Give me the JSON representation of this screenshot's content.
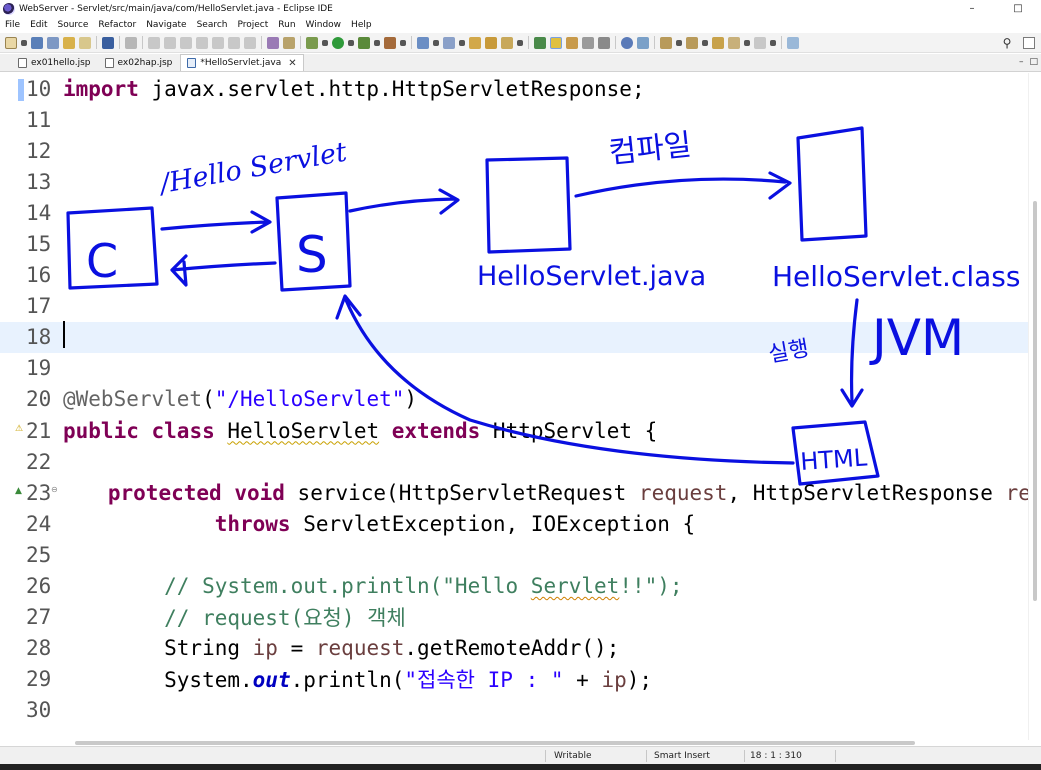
{
  "window": {
    "title": "WebServer - Servlet/src/main/java/com/HelloServlet.java - Eclipse IDE",
    "minimize_glyph": "–",
    "maximize_glyph": "□"
  },
  "menu": [
    "File",
    "Edit",
    "Source",
    "Refactor",
    "Navigate",
    "Search",
    "Project",
    "Run",
    "Window",
    "Help"
  ],
  "tabs": [
    {
      "label": "ex01hello.jsp",
      "active": false,
      "icon": "jsp-file-icon"
    },
    {
      "label": "ex02hap.jsp",
      "active": false,
      "icon": "jsp-file-icon"
    },
    {
      "label": "*HelloServlet.java",
      "active": true,
      "icon": "java-file-icon"
    }
  ],
  "tab_close_glyph": "✕",
  "editor": {
    "lines": [
      {
        "n": "10",
        "text": "import javax.servlet.http.HttpServletResponse;"
      },
      {
        "n": "11",
        "text": ""
      },
      {
        "n": "12",
        "text": ""
      },
      {
        "n": "13",
        "text": ""
      },
      {
        "n": "14",
        "text": ""
      },
      {
        "n": "15",
        "text": ""
      },
      {
        "n": "16",
        "text": ""
      },
      {
        "n": "17",
        "text": ""
      },
      {
        "n": "18",
        "text": ""
      },
      {
        "n": "19",
        "text": ""
      },
      {
        "n": "20",
        "text": "@WebServlet(\"/HelloServlet\")"
      },
      {
        "n": "21",
        "text": "public class HelloServlet extends HttpServlet {"
      },
      {
        "n": "22",
        "text": ""
      },
      {
        "n": "23",
        "text": "    protected void service(HttpServletRequest request, HttpServletResponse response)"
      },
      {
        "n": "24",
        "text": "            throws ServletException, IOException {"
      },
      {
        "n": "25",
        "text": ""
      },
      {
        "n": "26",
        "text": "        // System.out.println(\"Hello Servlet!!\");"
      },
      {
        "n": "27",
        "text": "        // request(요청) 객체"
      },
      {
        "n": "28",
        "text": "        String ip = request.getRemoteAddr();"
      },
      {
        "n": "29",
        "text": "        System.out.println(\"접속한 IP : \" + ip);"
      },
      {
        "n": "30",
        "text": ""
      }
    ],
    "current_line": "18"
  },
  "annotations": {
    "client_label": "C",
    "servlet_label": "S",
    "url_label": "/Hello Servlet",
    "compile_label": "컴파일",
    "java_file_label": "HelloServlet.java",
    "class_file_label": "HelloServlet.class",
    "run_label": "실행",
    "jvm_label": "JVM",
    "html_label": "HTML",
    "ink_color": "#0a10e0"
  },
  "status": {
    "writable": "Writable",
    "insert_mode": "Smart Insert",
    "position": "18 : 1 : 310"
  }
}
